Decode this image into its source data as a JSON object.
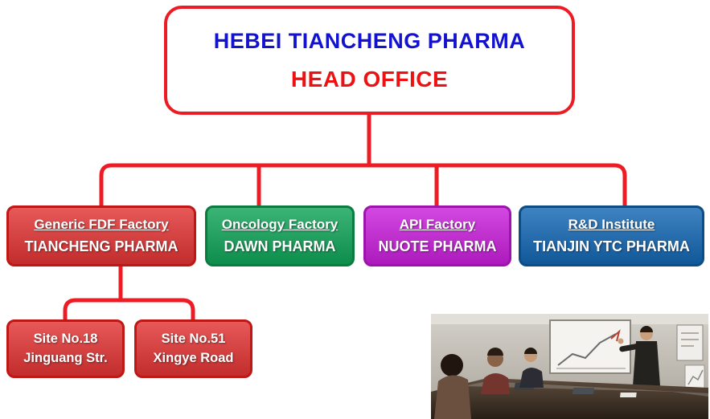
{
  "head_office": {
    "line1": "HEBEI TIANCHENG PHARMA",
    "line2": "HEAD OFFICE"
  },
  "divisions": [
    {
      "title": "Generic FDF Factory",
      "company": "TIANCHENG PHARMA",
      "bg": "#e23434",
      "border": "#bf1616"
    },
    {
      "title": "Oncology Factory",
      "company": "DAWN PHARMA",
      "bg": "#10a458",
      "border": "#0a7c40"
    },
    {
      "title": "API Factory",
      "company": "NUOTE PHARMA",
      "bg": "#c91fdb",
      "border": "#9c14ab"
    },
    {
      "title": "R&D Institute",
      "company": "TIANJIN YTC PHARMA",
      "bg": "#1467b3",
      "border": "#0e4c86"
    }
  ],
  "sites": [
    {
      "line1": "Site No.18",
      "line2": "Jinguang Str."
    },
    {
      "line1": "Site No.51",
      "line2": "Xingye Road"
    }
  ],
  "colors": {
    "connector_red": "#ed1c24",
    "head_title_blue": "#1212cf",
    "head_title_red": "#ee1111",
    "head_border_red": "#ed1c24",
    "box_text_white": "#ffffff",
    "site_bg": "#e23434",
    "site_border": "#bf1616"
  }
}
